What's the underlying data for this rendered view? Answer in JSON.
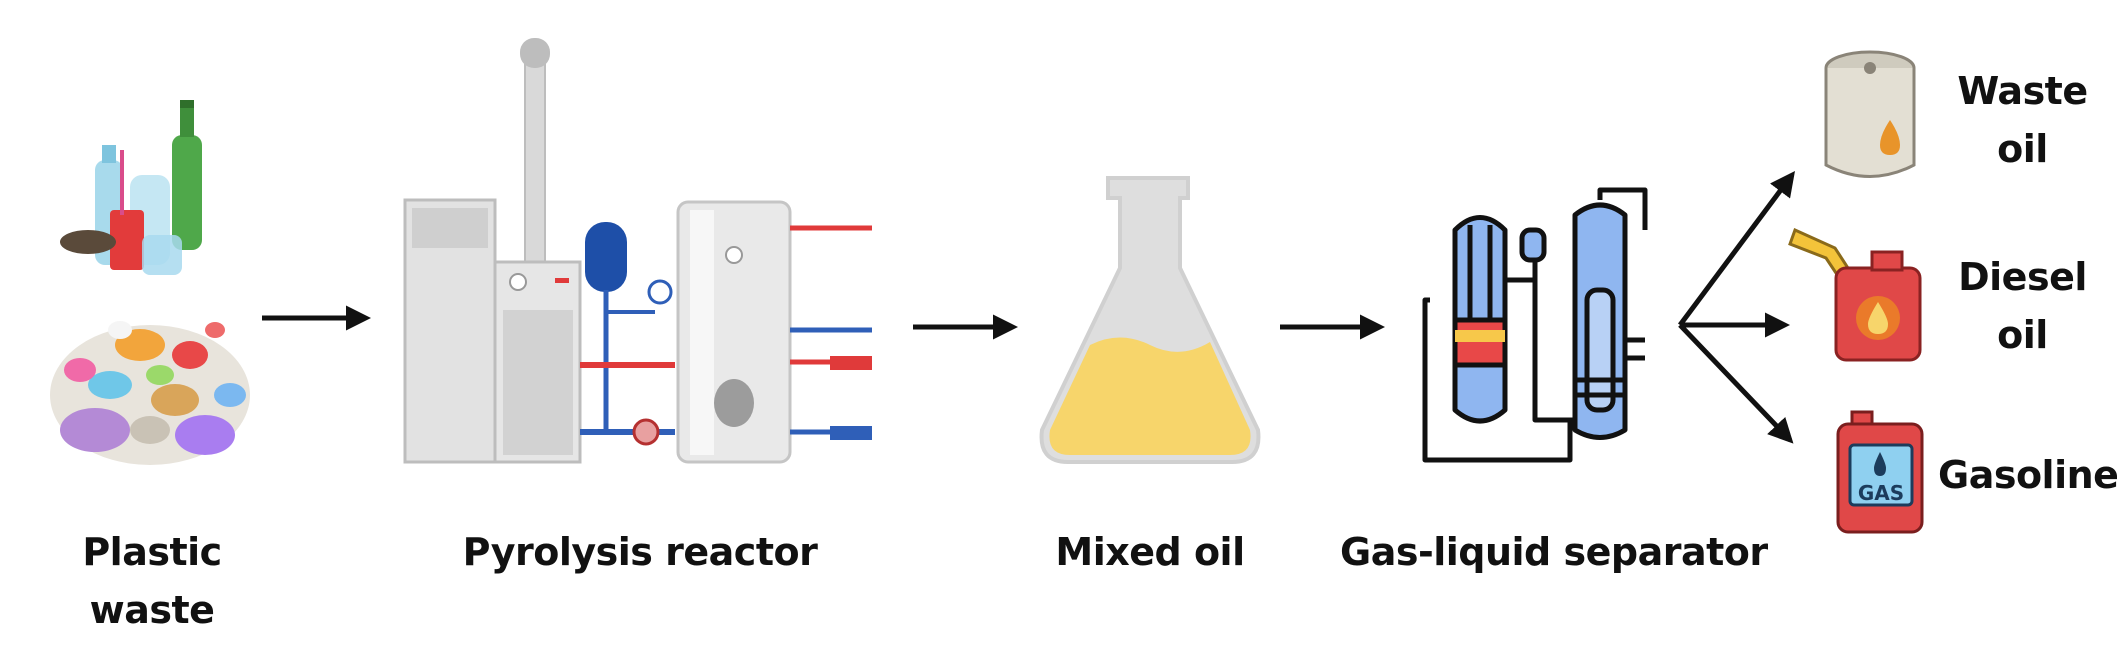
{
  "stages": [
    {
      "id": "plastic",
      "label_lines": [
        "Plastic",
        "waste"
      ],
      "icon": "plastic-waste-icon"
    },
    {
      "id": "reactor",
      "label_lines": [
        "Pyrolysis reactor"
      ],
      "icon": "pyrolysis-reactor-icon"
    },
    {
      "id": "mixed",
      "label_lines": [
        "Mixed oil"
      ],
      "icon": "flask-icon"
    },
    {
      "id": "separator",
      "label_lines": [
        "Gas-liquid separator"
      ],
      "icon": "separator-icon"
    }
  ],
  "outputs": [
    {
      "id": "waste-oil",
      "label_lines": [
        "Waste",
        "oil"
      ],
      "icon": "oil-drum-icon"
    },
    {
      "id": "diesel",
      "label_lines": [
        "Diesel",
        "oil"
      ],
      "icon": "fuel-can-icon"
    },
    {
      "id": "gasoline",
      "label_lines": [
        "Gasoline"
      ],
      "icon": "gas-canister-icon",
      "icon_text": "GAS"
    }
  ],
  "colors": {
    "arrow": "#111111",
    "oil_fill": "#f7d56b",
    "machine_gray": "#dcdcdc",
    "pipe_red": "#e03a3a",
    "pipe_blue": "#2f5fb8",
    "separator_blue": "#8fb6f0",
    "canister_red": "#e04848"
  }
}
